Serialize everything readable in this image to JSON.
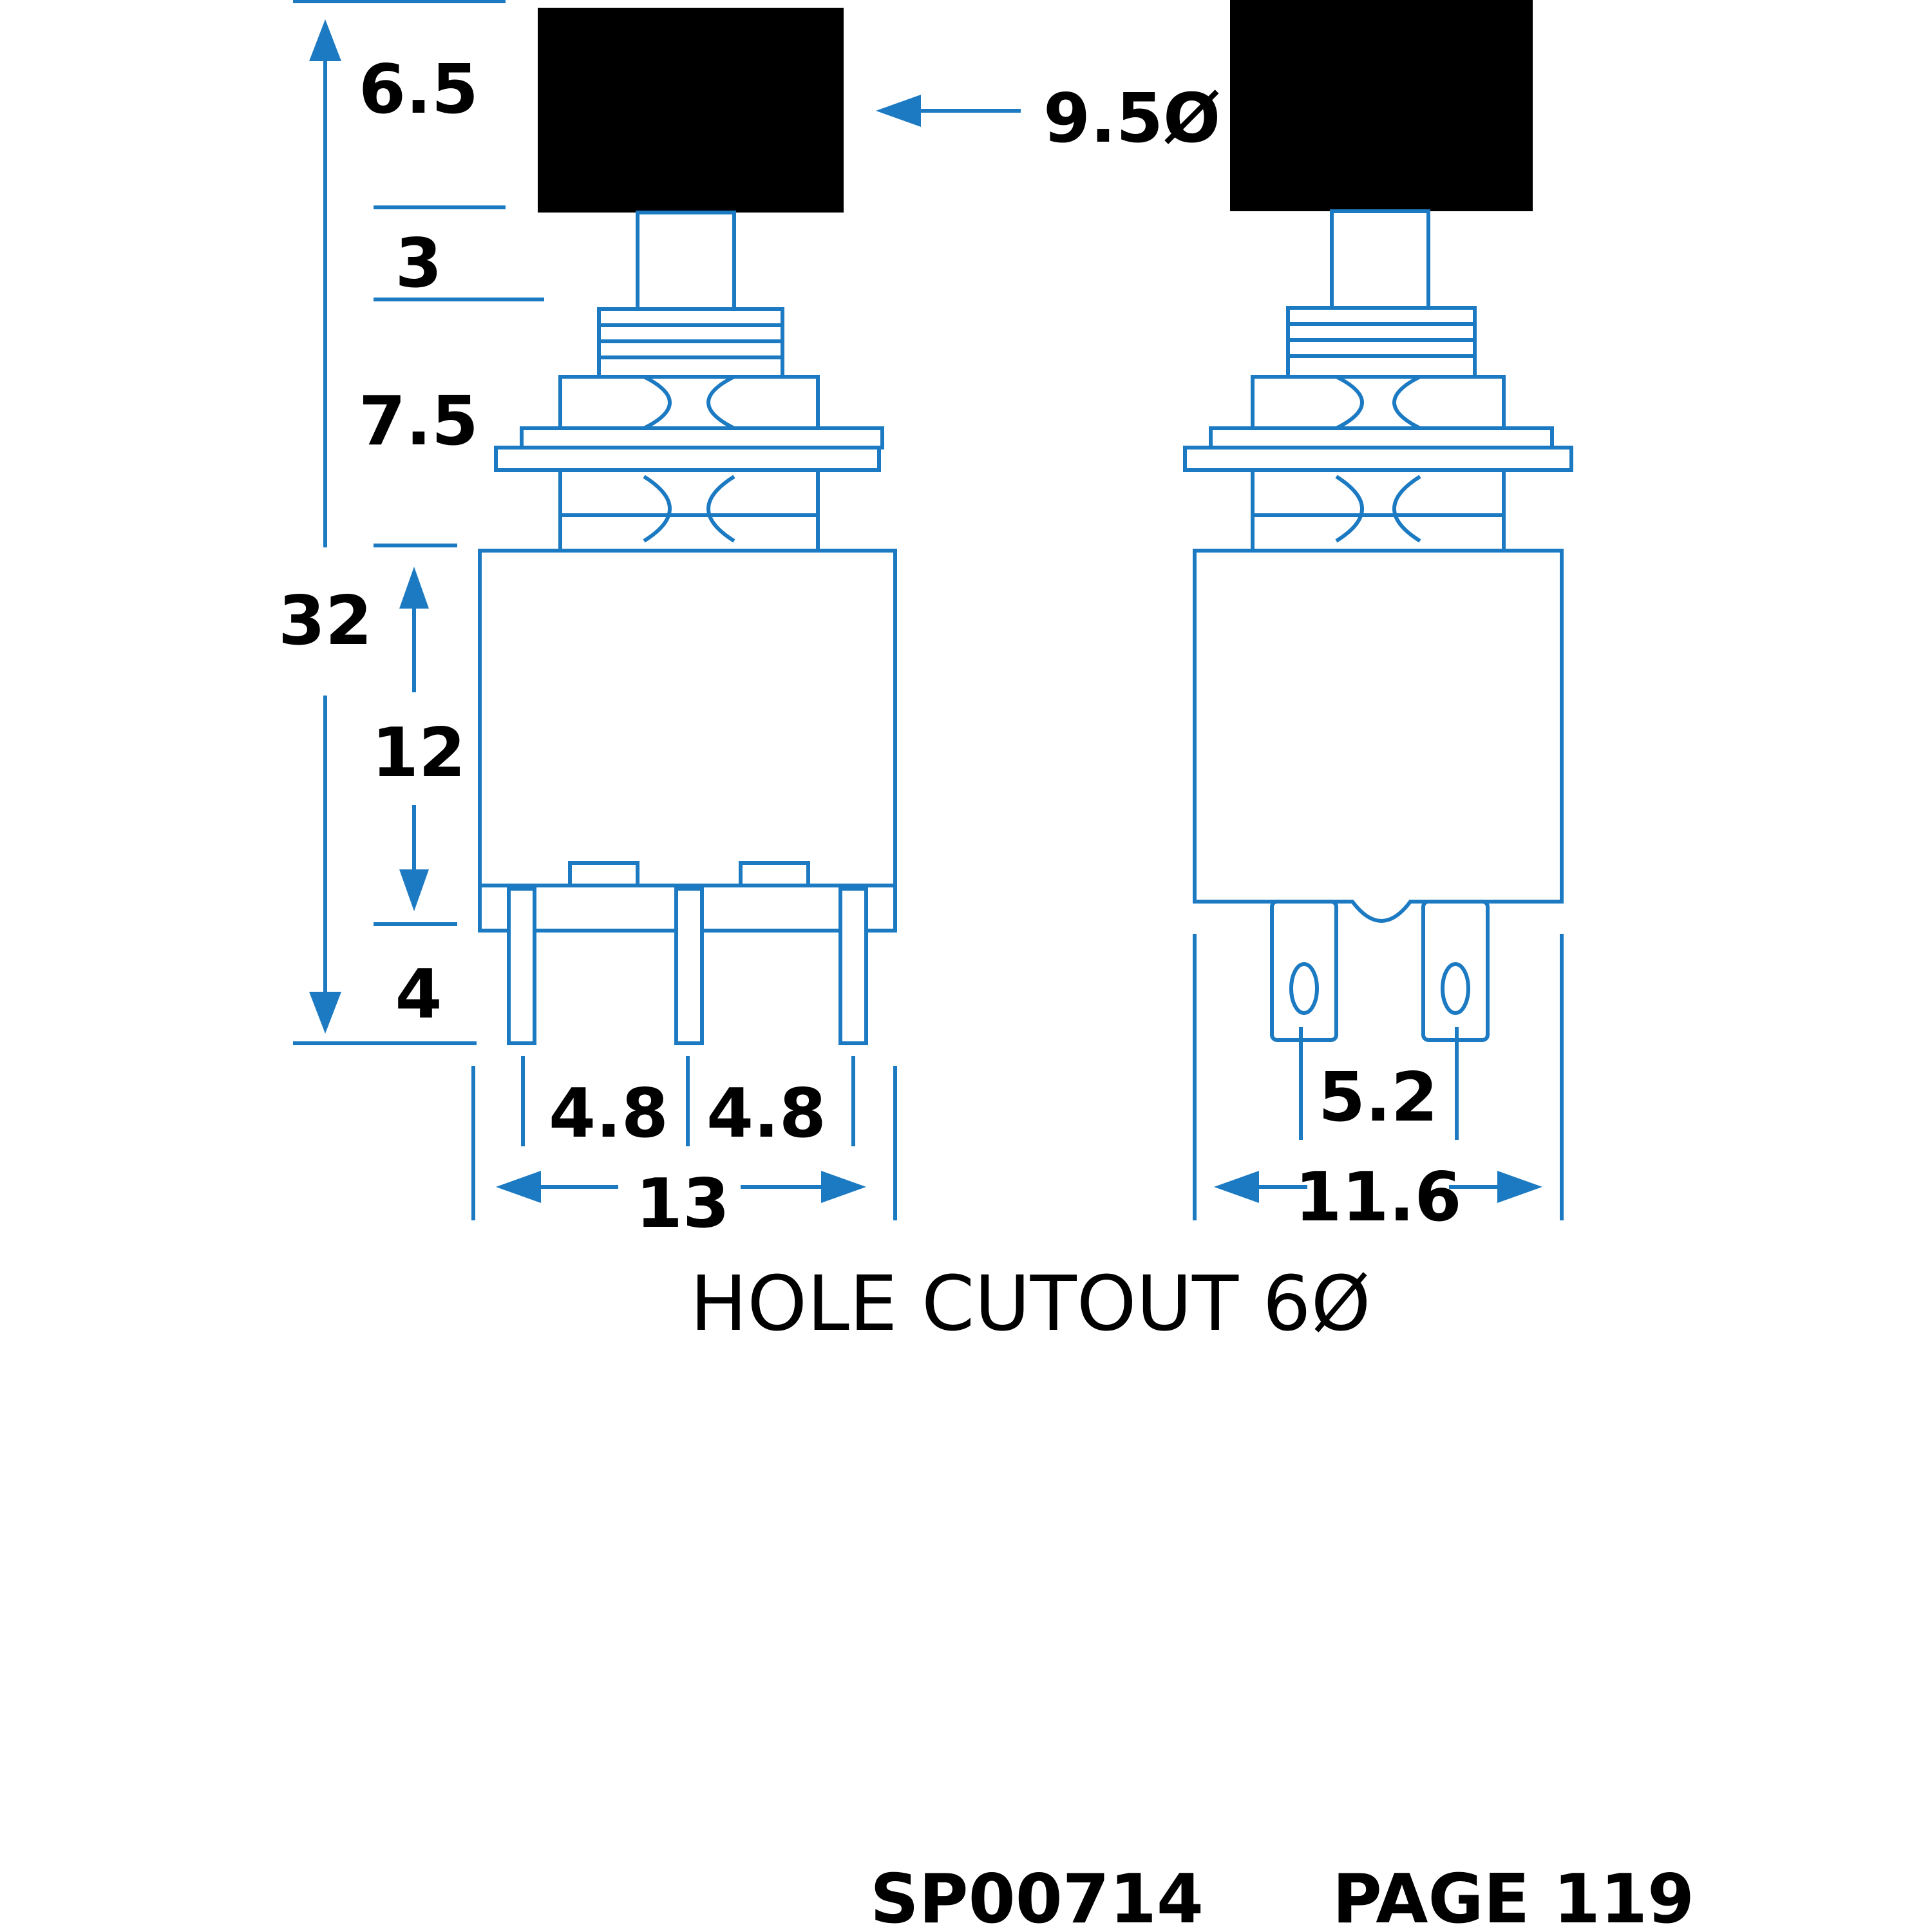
{
  "colors": {
    "line": "#1b7ac2",
    "cap": "#000000",
    "background": "#ffffff"
  },
  "dimensions": {
    "cap_height": "6.5",
    "cap_diameter": "9.5Ø",
    "stem_height": "3",
    "bushing_height": "7.5",
    "overall_height": "32",
    "body_height": "12",
    "terminal_length": "4",
    "pitch_left": "4.8",
    "pitch_right": "4.8",
    "body_width_front": "13",
    "tab_pitch_side": "5.2",
    "body_width_side": "11.6"
  },
  "caption": "HOLE CUTOUT 6Ø",
  "footer": {
    "part_number": "SP00714",
    "page": "PAGE 119"
  }
}
